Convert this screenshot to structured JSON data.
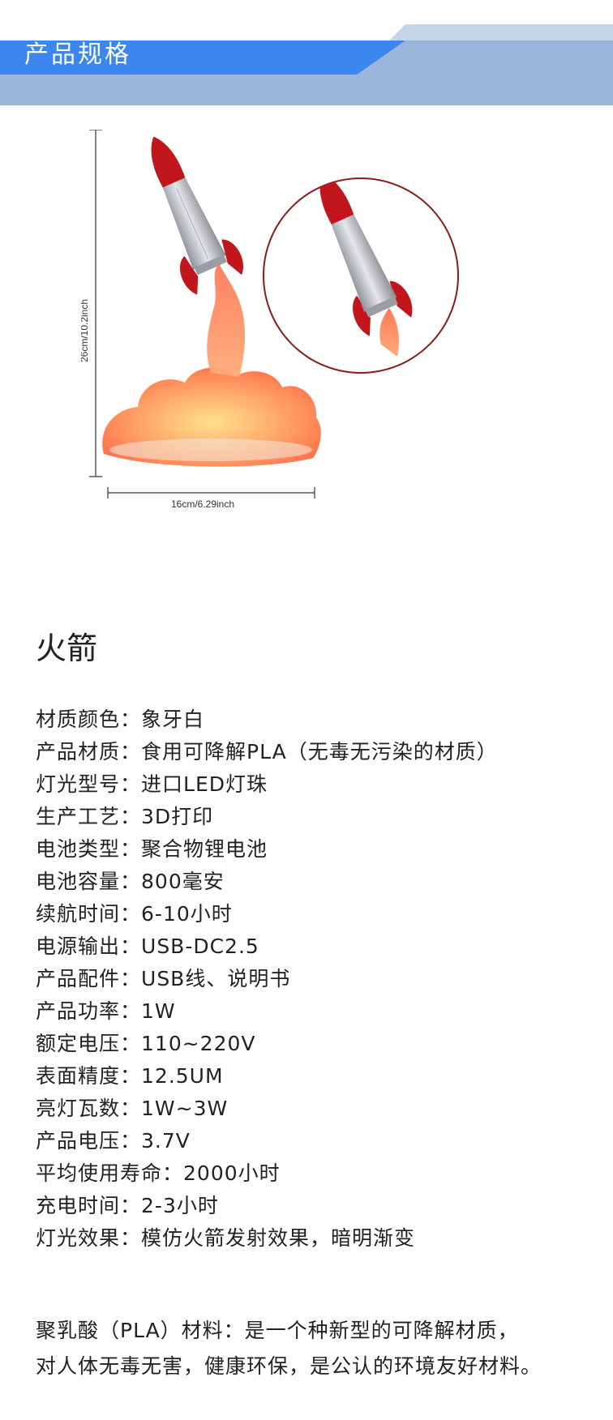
{
  "banner": {
    "title": "产品规格",
    "colors": {
      "primary": "#3b86ef",
      "light": "#9ab6db",
      "pale": "#c4d5ea"
    }
  },
  "figure": {
    "height_label": "26cm/10.2inch",
    "width_label": "16cm/6.29inch",
    "colors": {
      "rocket_nose": "#c0161c",
      "rocket_body": "#b9bcc2",
      "cloud": "#ff8a5c",
      "circle": "#8b1a1a"
    }
  },
  "product_name": "火箭",
  "specs": [
    {
      "label": "材质颜色：",
      "value": "象牙白"
    },
    {
      "label": "产品材质：",
      "value": "食用可降解PLA（无毒无污染的材质）"
    },
    {
      "label": "灯光型号：",
      "value": "进口LED灯珠"
    },
    {
      "label": "生产工艺：",
      "value": "3D打印"
    },
    {
      "label": "电池类型：",
      "value": "聚合物锂电池"
    },
    {
      "label": "电池容量：",
      "value": "800毫安"
    },
    {
      "label": "续航时间：",
      "value": "6-10小时"
    },
    {
      "label": "电源输出：",
      "value": "USB-DC2.5"
    },
    {
      "label": "产品配件：",
      "value": "USB线、说明书"
    },
    {
      "label": "产品功率：",
      "value": "1W"
    },
    {
      "label": "额定电压：",
      "value": "110~220V"
    },
    {
      "label": "表面精度：",
      "value": "12.5UM"
    },
    {
      "label": "亮灯瓦数：",
      "value": "1W~3W"
    },
    {
      "label": "产品电压：",
      "value": "3.7V"
    },
    {
      "label": "平均使用寿命：",
      "value": "2000小时"
    },
    {
      "label": "充电时间：",
      "value": "2-3小时"
    },
    {
      "label": "灯光效果：",
      "value": "模仿火箭发射效果，暗明渐变"
    }
  ],
  "description": {
    "line1": "聚乳酸（PLA）材料：是一个种新型的可降解材质，",
    "line2": "对人体无毒无害，健康环保，是公认的环境友好材料。"
  }
}
